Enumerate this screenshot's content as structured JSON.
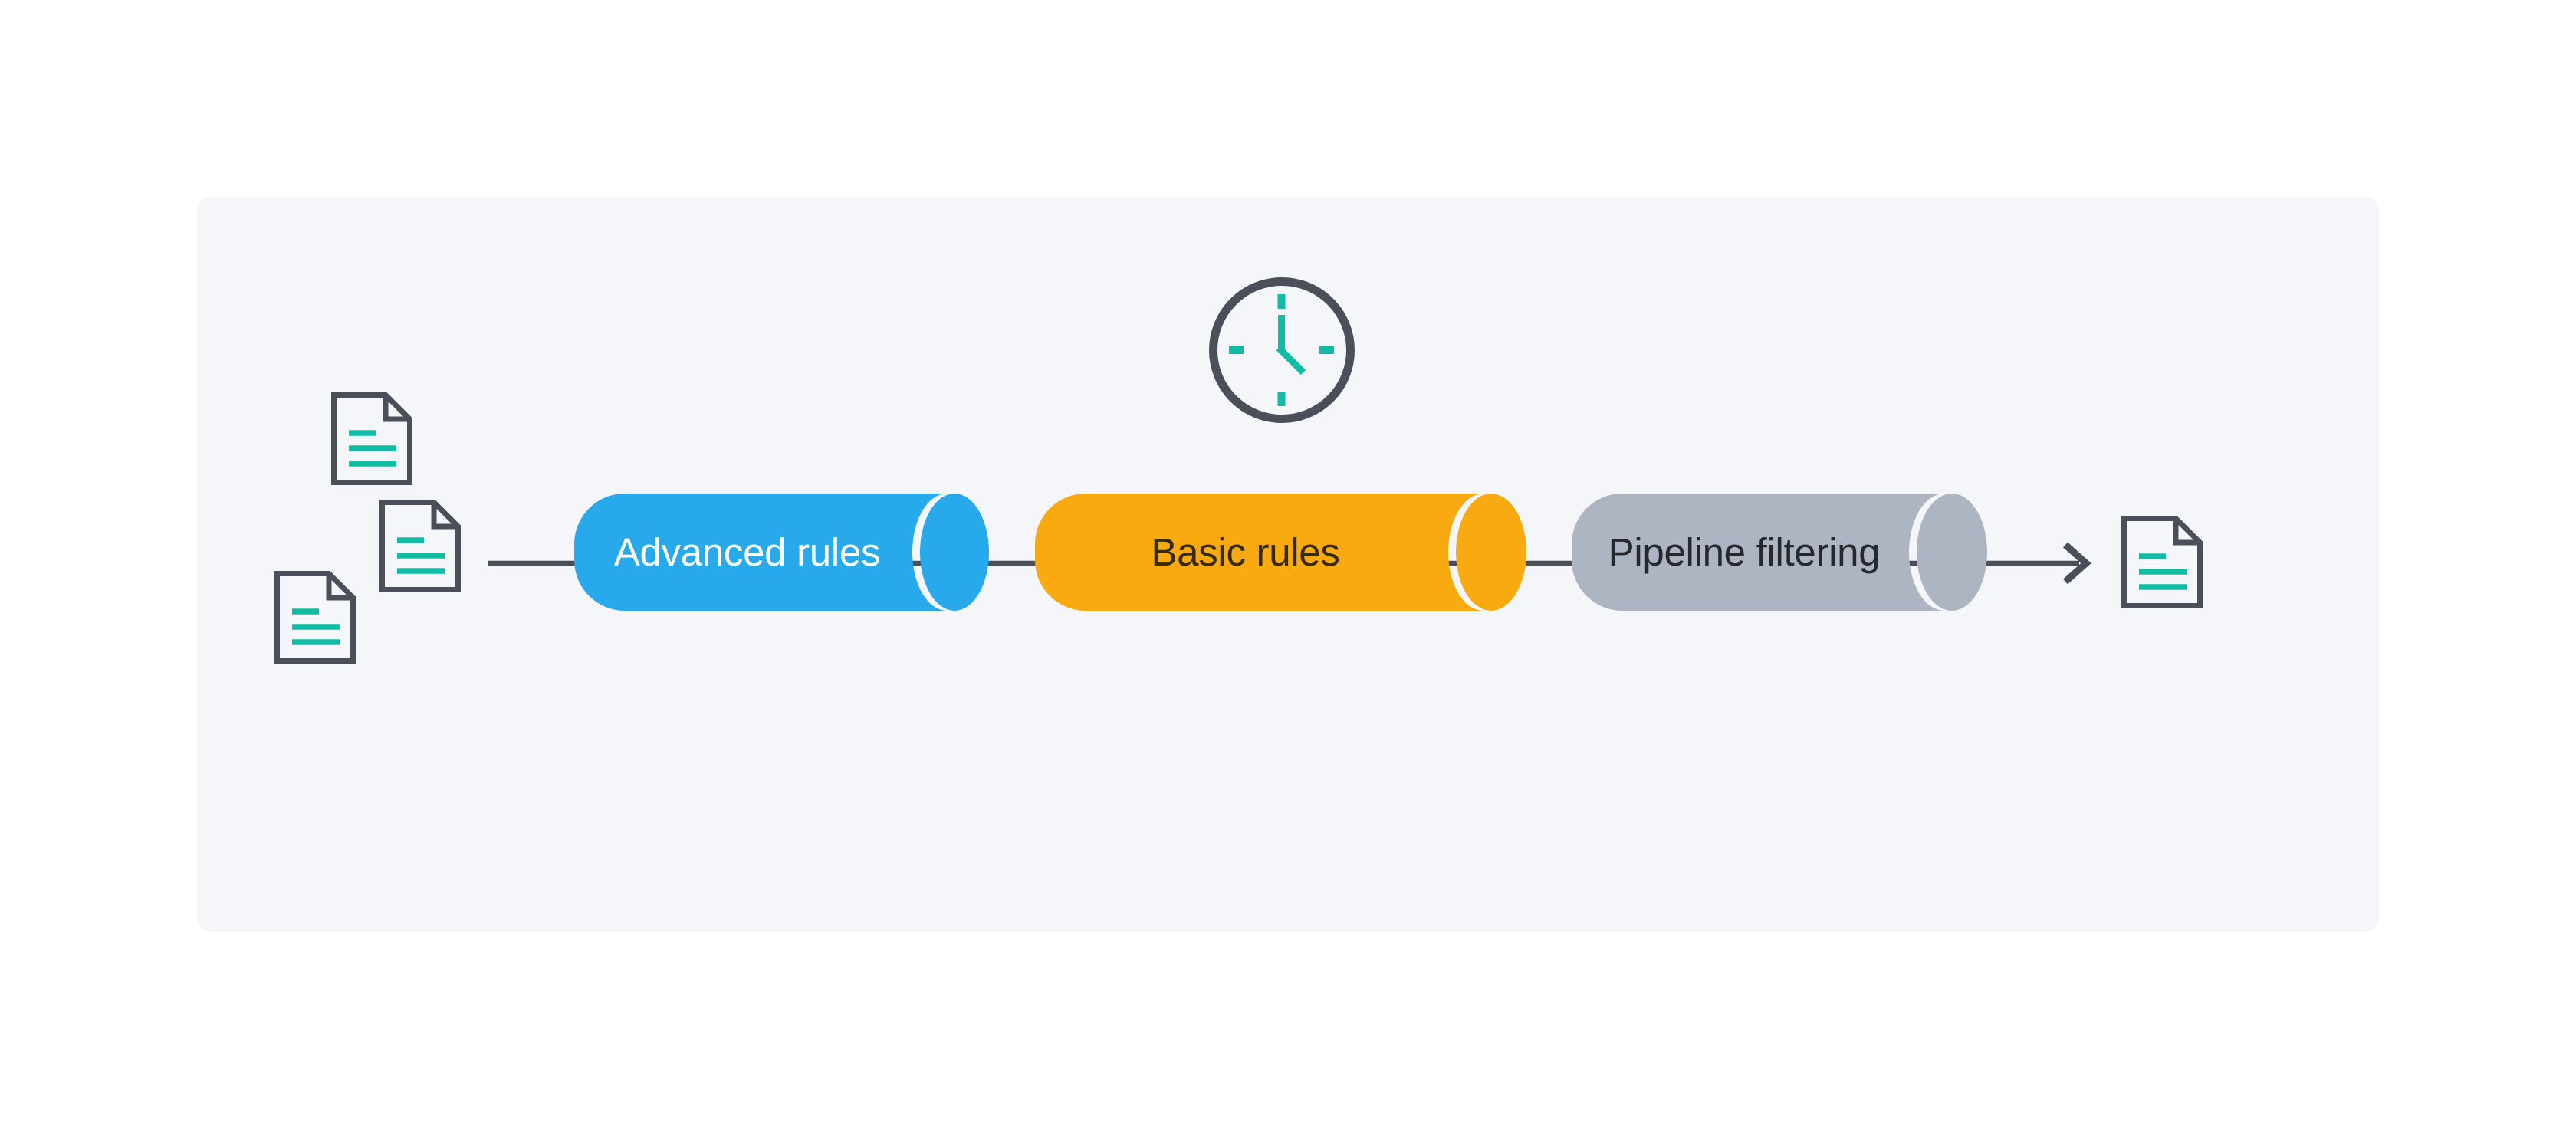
{
  "diagram": {
    "flow_direction": "left-to-right",
    "stages": [
      {
        "id": "advanced-rules",
        "label": "Advanced rules",
        "shape": "cylinder",
        "color": "#27a9eb",
        "text_color": "#ffffff"
      },
      {
        "id": "basic-rules",
        "label": "Basic rules",
        "shape": "cylinder",
        "color": "#f9aa10",
        "text_color": "#352b08"
      },
      {
        "id": "pipeline-filtering",
        "label": "Pipeline filtering",
        "shape": "cylinder",
        "color": "#adb4c2",
        "text_color": "#26282e"
      }
    ],
    "input_document_icons": 3,
    "output_document_icons": 1,
    "icons": [
      "document-icon",
      "clock-icon",
      "arrow-right-icon"
    ]
  },
  "theme": {
    "page_bg": "#ffffff",
    "panel_bg": "#f5f6fa",
    "stroke_dark": "#4a4f59",
    "teal": "#10bda4",
    "stage_blue": "#27a9eb",
    "stage_orange": "#f9aa10",
    "stage_gray": "#adb4c2",
    "label_on_blue": "#ffffff",
    "label_on_orange": "#352b08",
    "label_on_gray": "#26282e"
  }
}
